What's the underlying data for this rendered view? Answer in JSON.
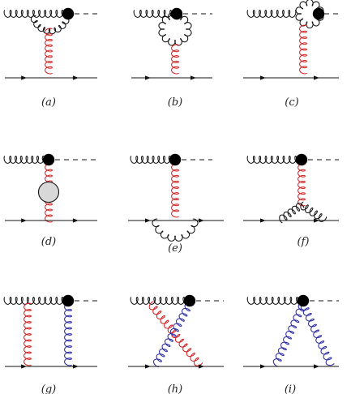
{
  "figure": {
    "panel_labels": [
      "(a)",
      "(b)",
      "(c)",
      "(d)",
      "(e)",
      "(f)",
      "(g)",
      "(h)",
      "(i)"
    ]
  },
  "colors": {
    "black_gluon": "#111111",
    "red_gluon": "#d42020",
    "blue_gluon": "#2a2aa0",
    "vertex": "#000000",
    "blob_fill": "#d8d8d8"
  }
}
